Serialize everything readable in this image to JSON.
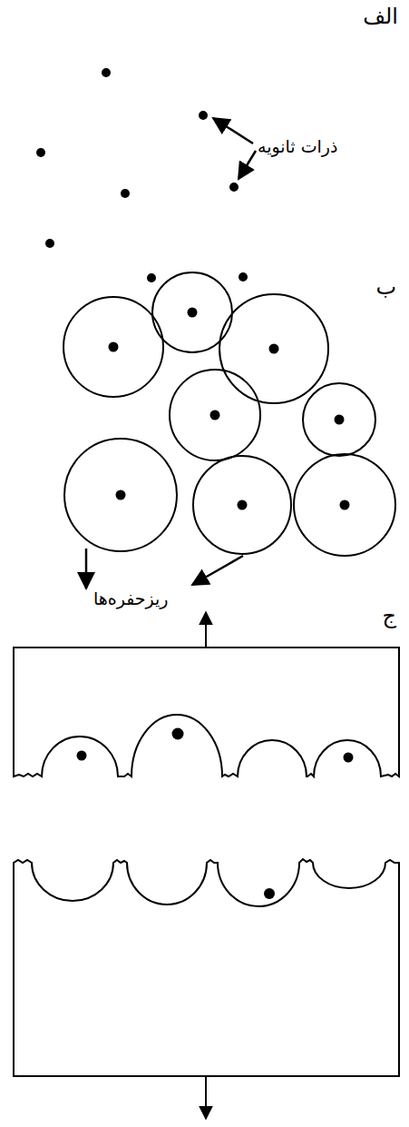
{
  "diagram": {
    "labels": [
      "الف",
      "ذرات ثانویه",
      "ب",
      "ریزحفره‌ها",
      "ج"
    ]
  }
}
